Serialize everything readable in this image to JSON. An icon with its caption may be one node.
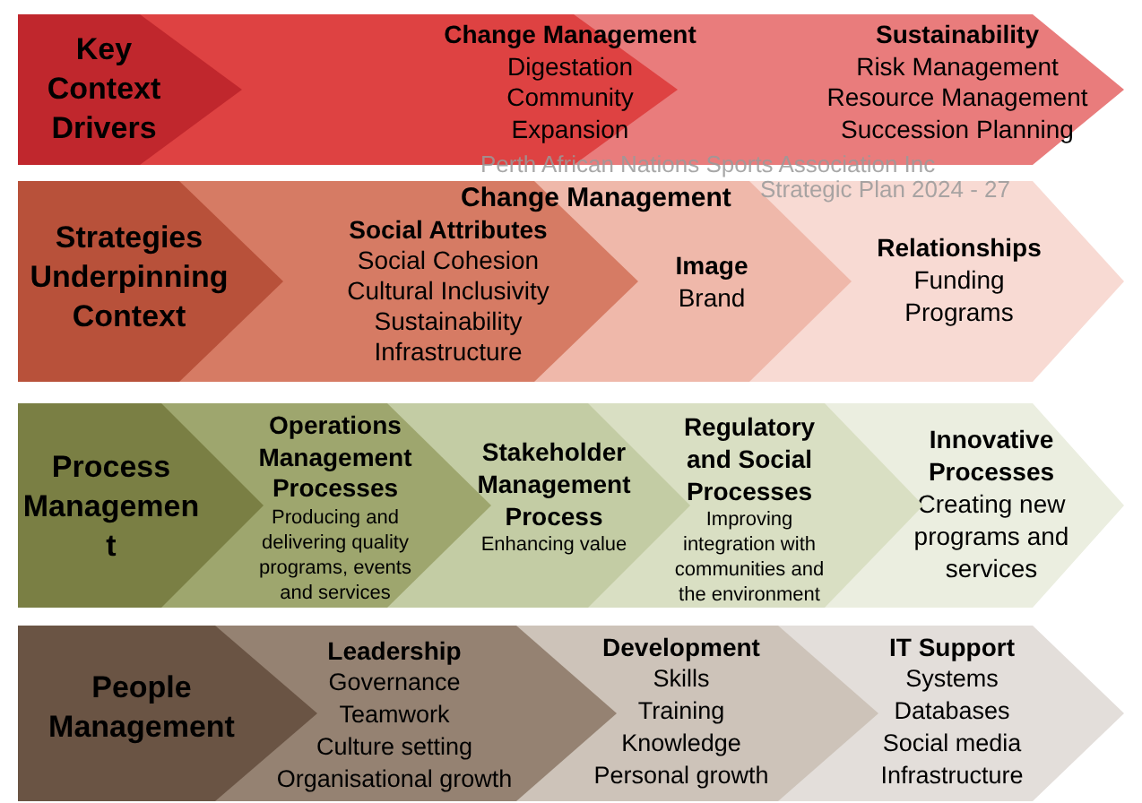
{
  "diagram": {
    "nodes": [
      {
        "text": [
          "Key Context Drivers"
        ]
      },
      {
        "text": [
          "Change Management",
          "Digestation",
          "Community",
          "Expansion"
        ]
      },
      {
        "text": [
          "Sustainability",
          "Risk Management",
          "Resource Management",
          "Succession Planning"
        ]
      },
      {
        "text": [
          "Strategies Underpinning Context"
        ]
      },
      {
        "text": [
          "Social Attributes",
          "Social Cohesion",
          "Cultural Inclusivity",
          "Sustainability",
          "Infrastructure"
        ]
      },
      {
        "text": [
          "Image",
          "Brand"
        ]
      },
      {
        "text": [
          "Relationships",
          "Funding",
          "Programs"
        ]
      },
      {
        "text": [
          "Process Management"
        ]
      },
      {
        "text": [
          "Operations Management Processes",
          "Producing and delivering quality programs, events and services"
        ]
      },
      {
        "text": [
          "Stakeholder Management Process",
          "Enhancing value"
        ]
      },
      {
        "text": [
          "Regulatory and Social Processes",
          "Improving integration with communities and the environment"
        ]
      },
      {
        "text": [
          "Innovative Processes",
          "Creating new programs and services"
        ]
      },
      {
        "text": [
          "People Management"
        ]
      },
      {
        "text": [
          "Leadership",
          "Governance",
          "Teamwork",
          "Culture setting",
          "Organisational growth"
        ]
      },
      {
        "text": [
          "Development",
          "Skills",
          "Training",
          "Knowledge",
          "Personal growth"
        ]
      },
      {
        "text": [
          "IT Support",
          "Systems",
          "Databases",
          "Social media",
          "Infrastructure"
        ]
      }
    ],
    "labels": [
      "Perth African Nations Sports Association Inc",
      "Strategic Plan 2024 - 27",
      "Change Management"
    ]
  }
}
